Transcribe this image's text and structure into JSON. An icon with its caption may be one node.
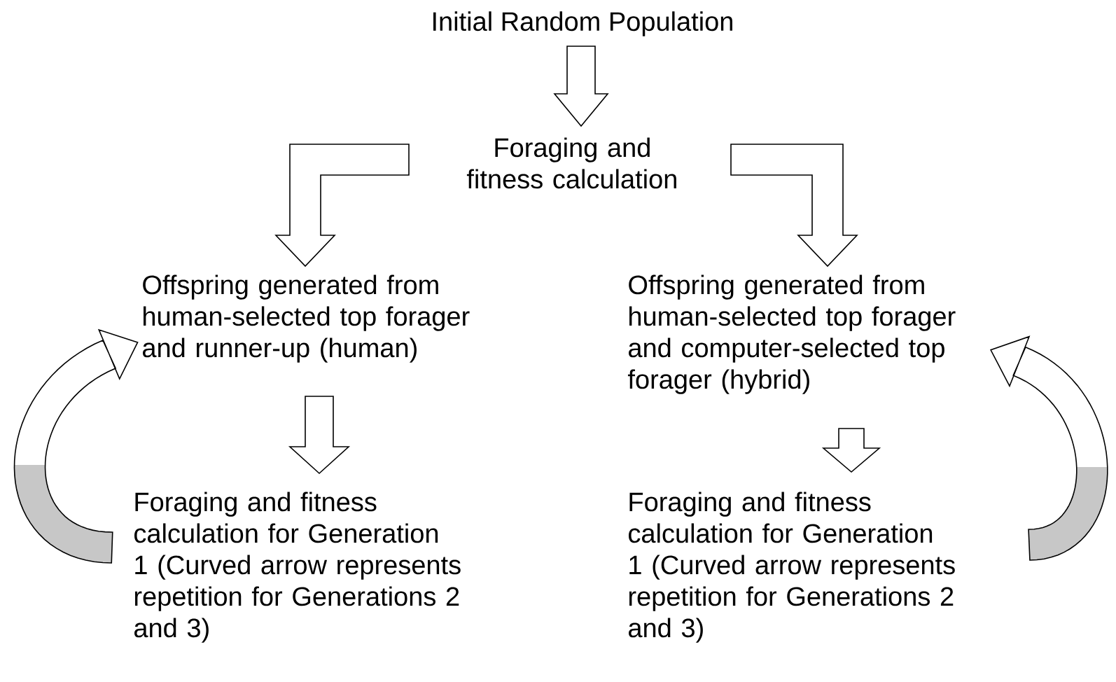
{
  "diagram": {
    "nodes": [
      {
        "text": [
          "Initial Random Population"
        ]
      },
      {
        "text": [
          "Foraging and fitness calculation"
        ]
      },
      {
        "text": [
          "Offspring generated from human-selected top forager and runner-up (human)"
        ]
      },
      {
        "text": [
          "Offspring generated from human-selected top forager and computer-selected top forager (hybrid)"
        ]
      },
      {
        "text": [
          "Foraging and fitness calculation for Generation 1 (Curved arrow represents repetition for Generations 2 and 3)"
        ]
      },
      {
        "text": [
          "Foraging and fitness calculation for Generation 1 (Curved arrow represents repetition for Generations 2 and 3)"
        ]
      }
    ],
    "edges": [
      {
        "from": 0,
        "to": 1,
        "arrow": "to"
      },
      {
        "from": 1,
        "to": 2,
        "arrow": "to"
      },
      {
        "from": 1,
        "to": 3,
        "arrow": "to"
      },
      {
        "from": 2,
        "to": 4,
        "arrow": "to"
      },
      {
        "from": 3,
        "to": 5,
        "arrow": "to"
      },
      {
        "from": 4,
        "to": 2,
        "arrow": "to"
      },
      {
        "from": 5,
        "to": 3,
        "arrow": "to"
      }
    ]
  }
}
